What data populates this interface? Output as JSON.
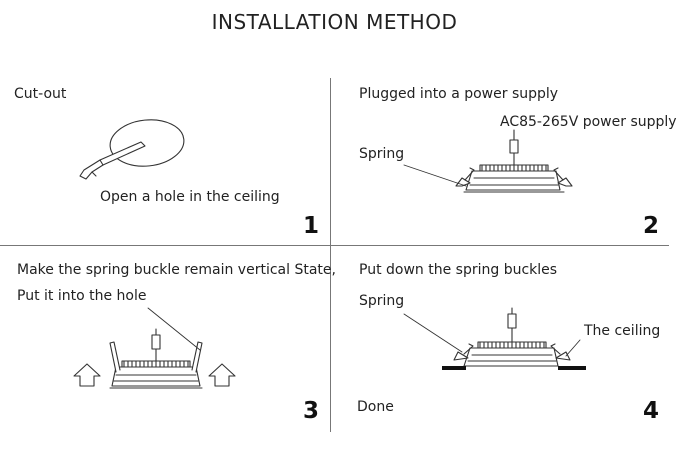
{
  "title": "INSTALLATION METHOD",
  "panels": [
    {
      "step": "1",
      "heading": "Cut-out",
      "caption": "Open a hole in the ceiling"
    },
    {
      "step": "2",
      "heading": "Plugged into a power supply",
      "supply_label": "AC85-265V power supply",
      "spring_label": "Spring"
    },
    {
      "step": "3",
      "line1": "Make the spring buckle remain vertical State,",
      "line2": "Put it into the hole"
    },
    {
      "step": "4",
      "heading": "Put down the spring buckles",
      "spring_label": "Spring",
      "ceiling_label": "The ceiling",
      "done": "Done"
    }
  ],
  "icons": [
    "knife-icon",
    "up-arrow-icon"
  ]
}
